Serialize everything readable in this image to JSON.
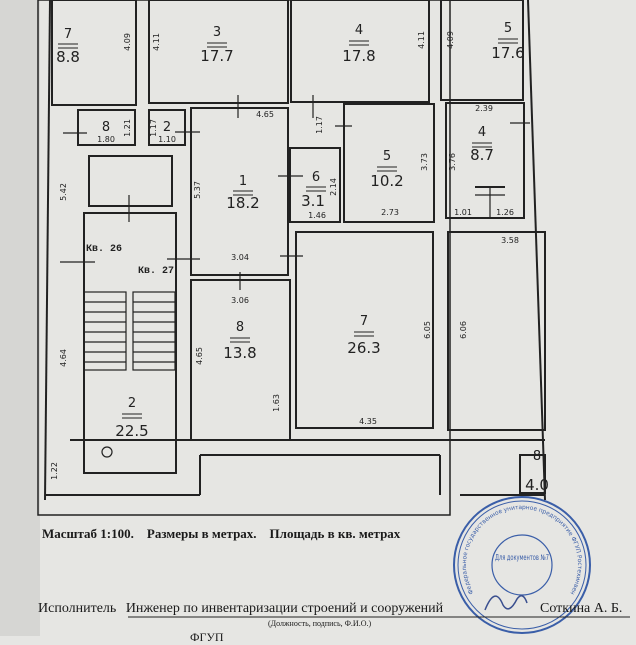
{
  "rooms": [
    {
      "no": "7",
      "area": "8.8"
    },
    {
      "no": "3",
      "area": "17.7"
    },
    {
      "no": "4",
      "area": "17.8"
    },
    {
      "no": "5",
      "area": "17.6"
    },
    {
      "no": "8",
      "area": ""
    },
    {
      "no": "2",
      "area": ""
    },
    {
      "no": "1",
      "area": "18.2"
    },
    {
      "no": "6",
      "area": "3.1"
    },
    {
      "no": "5",
      "area": "10.2"
    },
    {
      "no": "4",
      "area": "8.7"
    },
    {
      "no": "8",
      "area": "13.8"
    },
    {
      "no": "7",
      "area": "26.3"
    },
    {
      "no": "2",
      "area": "22.5"
    },
    {
      "no": "8",
      "area": "4.0"
    }
  ],
  "dimensions": [
    "4.09",
    "4.11",
    "4.11",
    "4.09",
    "4.65",
    "1.17",
    "1.21",
    "1.80",
    "1.17",
    "1.10",
    "5.42",
    "5.37",
    "2.14",
    "1.46",
    "3.73",
    "2.73",
    "3.76",
    "2.39",
    "1.01",
    "1.26",
    "3.04",
    "3.06",
    "4.64",
    "4.65",
    "1.63",
    "4.35",
    "6.05",
    "6.06",
    "3.58",
    "1.22"
  ],
  "apartments": {
    "kv26": "Кв. 26",
    "kv27": "Кв. 27"
  },
  "footer": {
    "scale": "Масштаб 1:100.",
    "sizes": "Размеры в метрах.",
    "area": "Площадь в кв. метрах",
    "executor_label": "Исполнитель",
    "executor_position": "Инженер по инвентаризации строений и сооружений",
    "executor_name": "Соткина А. Б.",
    "caption": "(Должность, подпись, Ф.И.О.)",
    "org_cut": "ФГУП"
  },
  "stamp": {
    "center": "Для документов №7",
    "ring": "Федеральное государственное унитарное предприятие ФГУП Ростехинвентаризация ОГРН"
  }
}
